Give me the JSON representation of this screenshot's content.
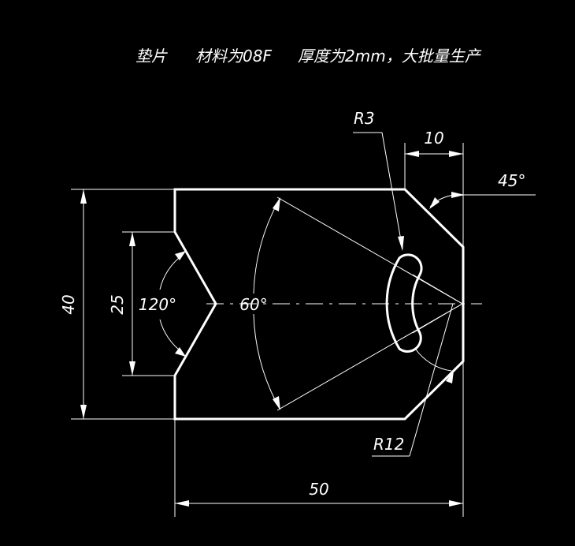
{
  "title": {
    "part_name": "垫片",
    "material": "材料为08F",
    "spec": "厚度为2mm，大批量生产"
  },
  "dimensions": {
    "radius_small": "R3",
    "radius_large": "R12",
    "chamfer_width": "10",
    "chamfer_angle": "45°",
    "height": "40",
    "notch_height": "25",
    "notch_angle": "120°",
    "slot_angle": "60°",
    "width": "50"
  }
}
